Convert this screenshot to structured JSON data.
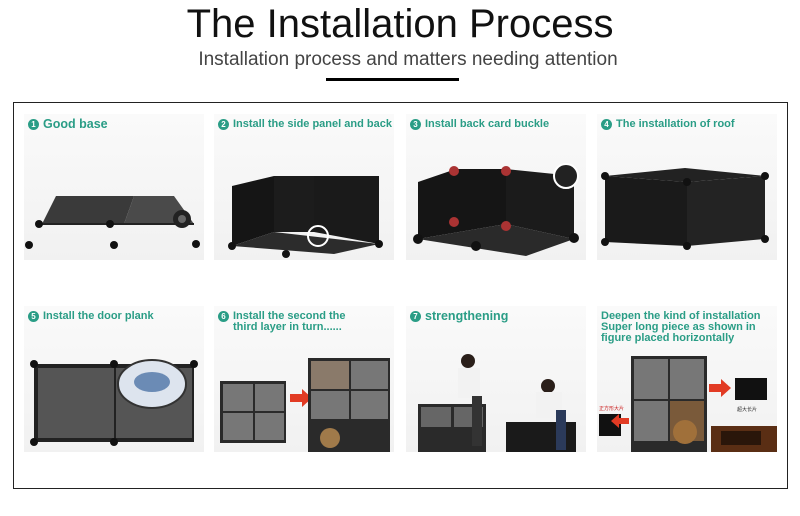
{
  "header": {
    "title": "The Installation Process",
    "subtitle": "Installation process and matters needing attention"
  },
  "steps": [
    {
      "number": "1",
      "caption": "Good base"
    },
    {
      "number": "2",
      "caption": "Install the side panel and back"
    },
    {
      "number": "3",
      "caption": "Install back card buckle"
    },
    {
      "number": "4",
      "caption": "The installation of roof"
    },
    {
      "number": "5",
      "caption": "Install the door plank"
    },
    {
      "number": "6",
      "caption": "Install the second the",
      "caption_line2": "third layer in turn......"
    },
    {
      "number": "7",
      "caption": "strengthening"
    },
    {
      "caption": "Deepen the kind of installation",
      "caption_line2": "Super long piece as shown in",
      "caption_line3": "figure placed horizontally",
      "label_left": "正方形大片",
      "label_right": "超大长片"
    }
  ]
}
